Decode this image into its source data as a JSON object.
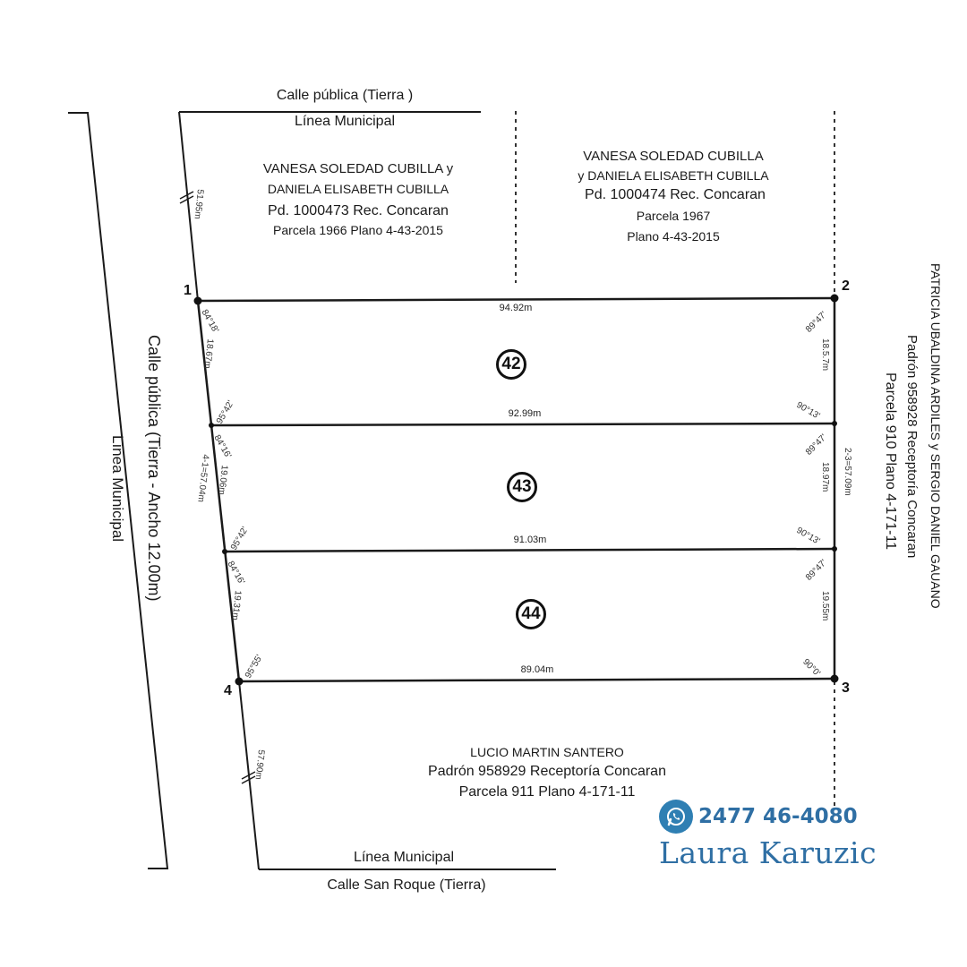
{
  "top_street": {
    "name": "Calle pública (Tierra )",
    "line": "Línea Municipal"
  },
  "bottom_street": {
    "line": "Línea Municipal",
    "name": "Calle San Roque (Tierra)"
  },
  "left_street": {
    "name": "Calle pública (Tierra - Ancho 12.00m)",
    "line": "Línea Municipal"
  },
  "neighbor_top_left": {
    "line1": "VANESA SOLEDAD CUBILLA y",
    "line2": "DANIELA ELISABETH CUBILLA",
    "line3": "Pd. 1000473  Rec. Concaran",
    "line4": "Parcela 1966 Plano  4-43-2015"
  },
  "neighbor_top_right": {
    "line1": "VANESA SOLEDAD CUBILLA",
    "line2": "y DANIELA ELISABETH CUBILLA",
    "line3": "Pd. 1000474 Rec. Concaran",
    "line4": "Parcela 1967",
    "line5": "Plano  4-43-2015"
  },
  "neighbor_right": {
    "line1": "PATRICIA UBALDINA ARDILES y SERGIO DANIEL GAUANO",
    "line2": "Padrón 958928  Receptoría Concaran",
    "line3": "Parcela 910  Plano 4-171-11"
  },
  "neighbor_bottom": {
    "line1": "LUCIO MARTIN SANTERO",
    "line2": "Padrón 958929  Receptoría Concaran",
    "line3": "Parcela 911 Plano 4-171-11"
  },
  "points": {
    "p1": "1",
    "p2": "2",
    "p3": "3",
    "p4": "4"
  },
  "lots": {
    "l42": "42",
    "l43": "43",
    "l44": "44"
  },
  "dimensions": {
    "top_edge": "94.92m",
    "line_42_43": "92.99m",
    "line_43_44": "91.03m",
    "bottom_edge": "89.04m",
    "left_42": "18.67m",
    "left_43": "19.06m",
    "left_44": "19.31m",
    "left_total": "4-1=57.04m",
    "right_42": "18.5.7m",
    "right_43": "18.97m",
    "right_44": "19.55m",
    "right_total": "2-3=57.09m",
    "upper_left_segment": "51.95m",
    "lower_left_segment": "57.90m"
  },
  "angles": {
    "a1": "84°18'",
    "a2": "89°47'",
    "a3": "95°42'",
    "a4": "84°16'",
    "a5": "90°13'",
    "a6": "89°47'",
    "a7": "95°42'",
    "a8": "84°16'",
    "a9": "90°13'",
    "a10": "89°47'",
    "a11": "95°55'",
    "a12": "90°0'"
  },
  "contact": {
    "icon": "whatsapp-icon",
    "phone": "2477 46-4080",
    "name": "Laura Karuzic",
    "color": "#2f6fa4"
  }
}
